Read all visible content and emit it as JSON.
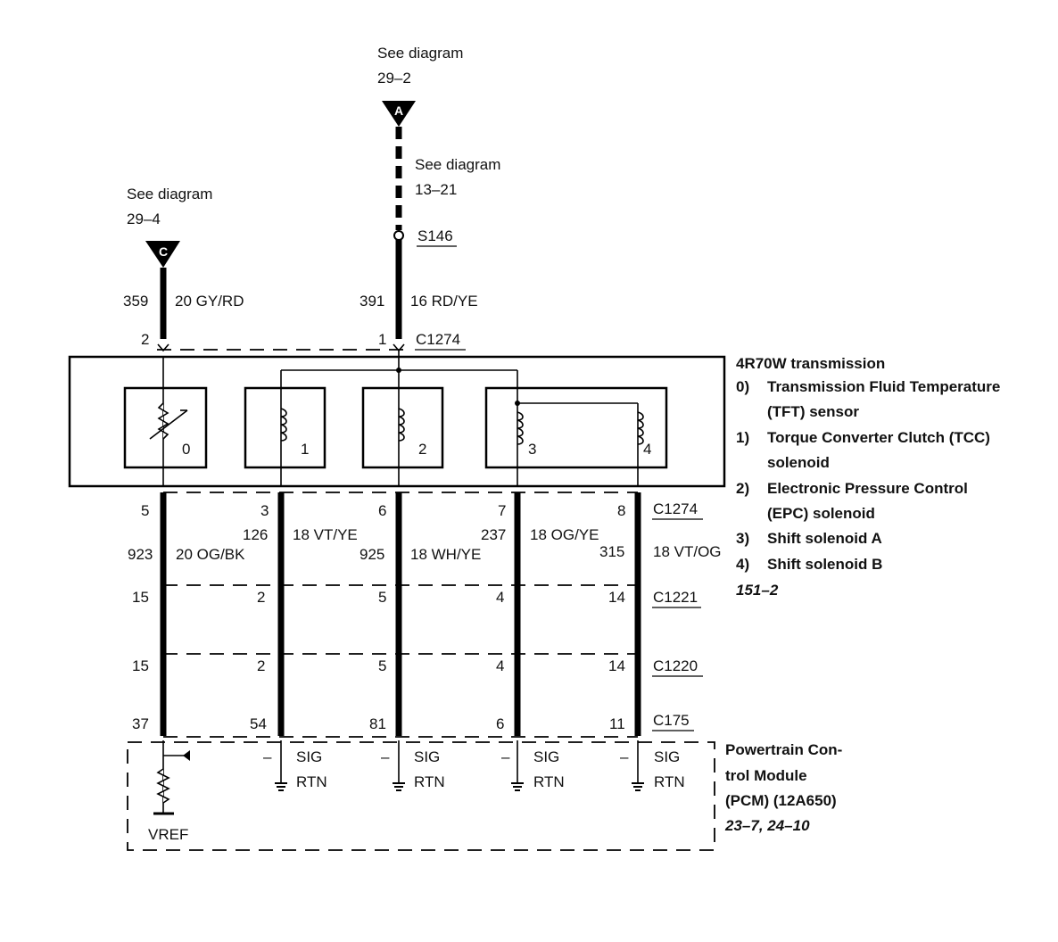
{
  "refs": {
    "a": {
      "line1": "See diagram",
      "line2": "29–2",
      "marker": "A"
    },
    "splice_ref": {
      "line1": "See diagram",
      "line2": "13–21"
    },
    "c": {
      "line1": "See diagram",
      "line2": "29–4",
      "marker": "C"
    },
    "splice": "S146"
  },
  "upper_wires": {
    "c": {
      "circuit": "359",
      "spec": "20 GY/RD",
      "pin": "2"
    },
    "a": {
      "circuit": "391",
      "spec": "16 RD/YE",
      "pin": "1"
    },
    "connector": "C1274"
  },
  "transmission": {
    "title": "4R70W transmission",
    "components": [
      {
        "num": "0)",
        "lines": [
          "Transmission Fluid Temperature",
          "(TFT) sensor"
        ]
      },
      {
        "num": "1)",
        "lines": [
          "Torque Converter Clutch (TCC)",
          "solenoid"
        ]
      },
      {
        "num": "2)",
        "lines": [
          "Electronic Pressure Control",
          "(EPC) solenoid"
        ]
      },
      {
        "num": "3)",
        "lines": [
          "Shift solenoid A"
        ]
      },
      {
        "num": "4)",
        "lines": [
          "Shift solenoid B"
        ]
      }
    ],
    "page_ref": "151–2",
    "box_labels": [
      "0",
      "1",
      "2",
      "3",
      "4"
    ]
  },
  "lower_wires": {
    "c1274": {
      "name": "C1274",
      "pins": [
        "5",
        "3",
        "6",
        "7",
        "8"
      ]
    },
    "circuits": [
      {
        "circuit": "923",
        "spec": "20 OG/BK"
      },
      {
        "circuit": "126",
        "spec": "18 VT/YE"
      },
      {
        "circuit": "925",
        "spec": "18 WH/YE"
      },
      {
        "circuit": "237",
        "spec": "18 OG/YE"
      },
      {
        "circuit": "315",
        "spec": "18 VT/OG"
      }
    ],
    "c1221": {
      "name": "C1221",
      "pins": [
        "15",
        "2",
        "5",
        "4",
        "14"
      ]
    },
    "c1220": {
      "name": "C1220",
      "pins": [
        "15",
        "2",
        "5",
        "4",
        "14"
      ]
    },
    "c175": {
      "name": "C175",
      "pins": [
        "37",
        "54",
        "81",
        "6",
        "11"
      ]
    }
  },
  "pcm": {
    "title_lines": [
      "Powertrain Con-",
      "trol Module",
      "(PCM) (12A650)"
    ],
    "page_ref": "23–7, 24–10",
    "vref": "VREF",
    "sig": "SIG",
    "rtn": "RTN",
    "minus": "–"
  }
}
